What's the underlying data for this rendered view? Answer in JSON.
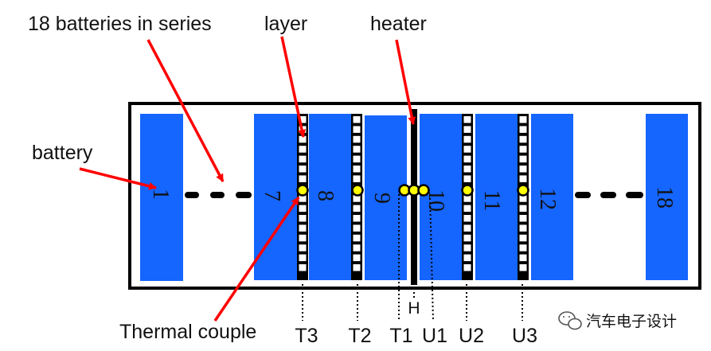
{
  "labels": {
    "series": "18 batteries in series",
    "layer": "layer",
    "heater": "heater",
    "battery": "battery",
    "thermal": "Thermal couple"
  },
  "cells": {
    "c1": "1",
    "c7": "7",
    "c8": "8",
    "c9": "9",
    "c10": "10",
    "c11": "11",
    "c12": "12",
    "c18": "18"
  },
  "probes": {
    "h": "H",
    "t3": "T3",
    "t2": "T2",
    "t1": "T1",
    "u1": "U1",
    "u2": "U2",
    "u3": "U3"
  },
  "watermark": {
    "text": "汽车电子设计",
    "icon": "wechat-icon"
  },
  "colors": {
    "battery": "#1565ff",
    "arrow": "#ff0000",
    "sensor": "#ffff00",
    "frame": "#000000"
  }
}
